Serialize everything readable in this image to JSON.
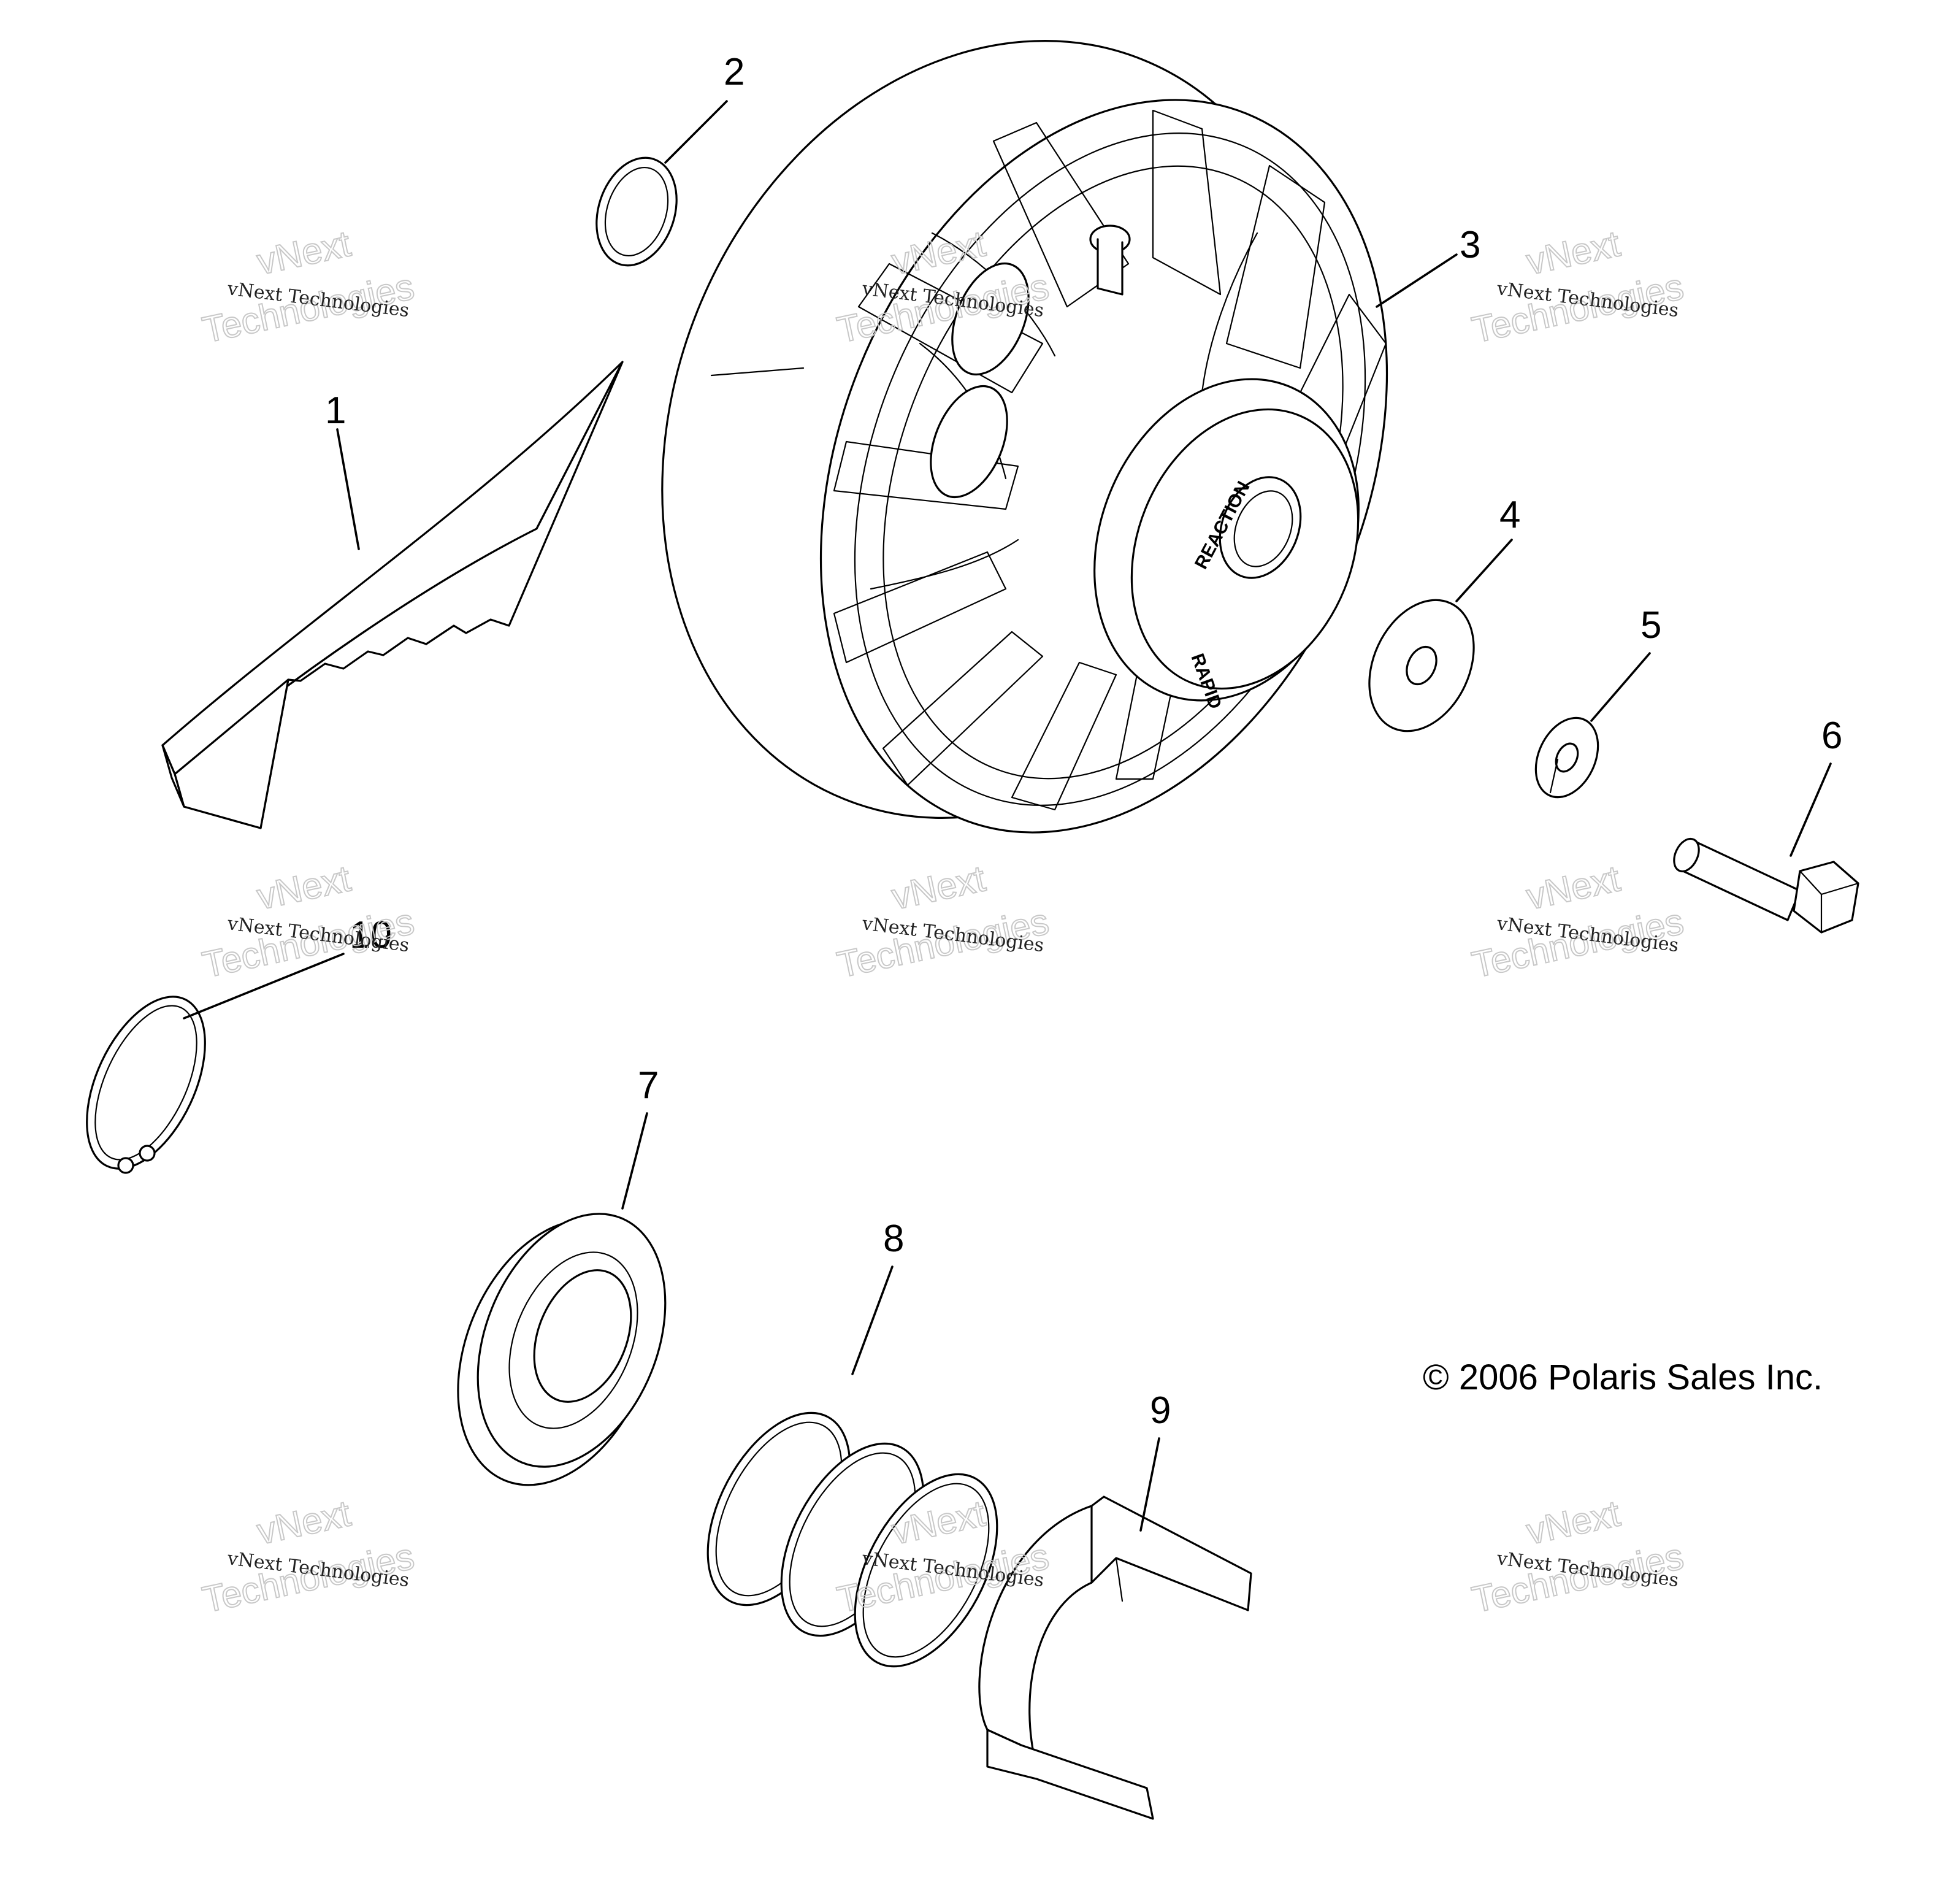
{
  "callouts": [
    "1",
    "2",
    "3",
    "4",
    "5",
    "6",
    "7",
    "8",
    "9",
    "10"
  ],
  "copyright": "© 2006 Polaris Sales Inc.",
  "hub_text": {
    "line1": "REACTION",
    "line2": "RAPID"
  },
  "watermark": {
    "small": "vNext Technologies",
    "big_line1": "vNext",
    "big_line2": "Technologies"
  },
  "colors": {
    "line": "#000000",
    "background": "#ffffff",
    "watermark": "#c8c8c8"
  }
}
